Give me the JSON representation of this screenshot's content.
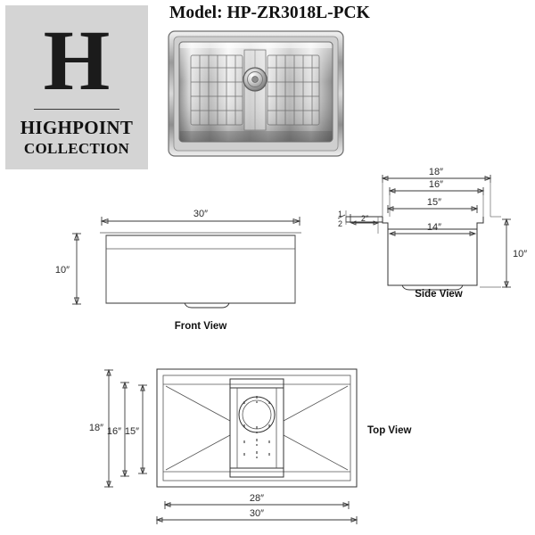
{
  "brand": {
    "monogram": "H",
    "name": "HIGHPOINT",
    "subtitle": "COLLECTION"
  },
  "header": {
    "model_title": "Model: HP-ZR3018L-PCK"
  },
  "product_photo": {
    "alt": "stainless-steel-undermount-sink-with-bottom-grids",
    "icon": "sink-photo"
  },
  "views": {
    "front": {
      "label": "Front View",
      "width_dim": "30″",
      "height_dim": "10″"
    },
    "side": {
      "label": "Side View",
      "dims": [
        "18″",
        "16″",
        "15″",
        "14″"
      ],
      "height_dim": "10″",
      "lip_dim": "2″",
      "flange_dim_num": "1",
      "flange_dim_den": "2",
      "flange_dim": "1/2″"
    },
    "top": {
      "label": "Top View",
      "depth_dims": [
        "18″",
        "16″",
        "15″"
      ],
      "width_dims": [
        "28″",
        "30″"
      ]
    }
  },
  "chart_data": {
    "type": "table",
    "title": "Model: HP-ZR3018L-PCK",
    "categories": [
      "Front View",
      "Side View",
      "Top View"
    ],
    "series": [
      {
        "name": "Front View",
        "values": [
          30,
          10
        ],
        "labels": [
          "30″ width",
          "10″ height"
        ]
      },
      {
        "name": "Side View",
        "values": [
          18,
          16,
          15,
          14,
          10,
          2,
          0.5
        ],
        "labels": [
          "18″",
          "16″",
          "15″",
          "14″",
          "10″ height",
          "2″ lip",
          "1/2″ flange"
        ]
      },
      {
        "name": "Top View",
        "values": [
          18,
          16,
          15,
          28,
          30
        ],
        "labels": [
          "18″ depth",
          "16″ depth",
          "15″ depth",
          "28″ width",
          "30″ width"
        ]
      }
    ],
    "xlabel": "",
    "ylabel": "inches"
  }
}
